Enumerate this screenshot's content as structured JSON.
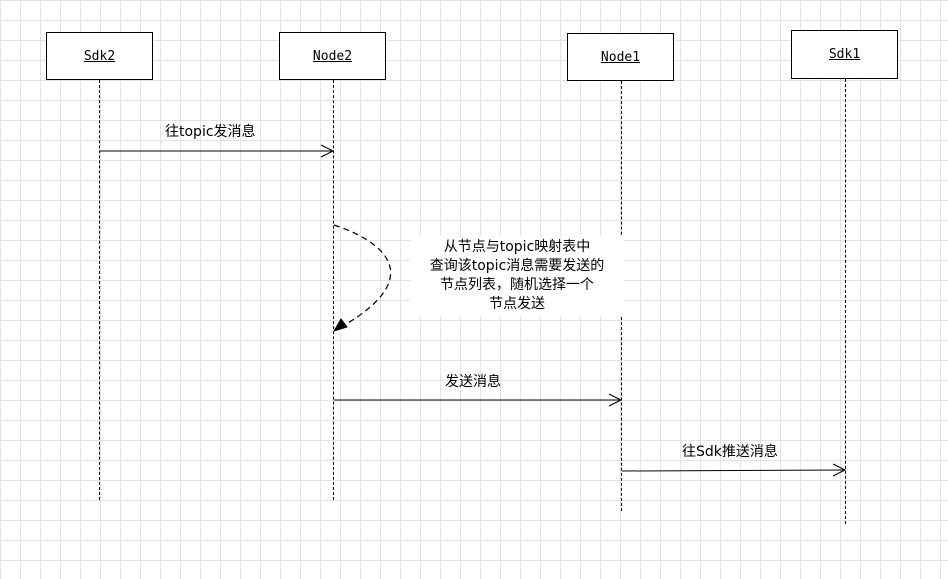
{
  "participants": [
    {
      "id": "sdk2",
      "label": "Sdk2"
    },
    {
      "id": "node2",
      "label": "Node2"
    },
    {
      "id": "node1",
      "label": "Node1"
    },
    {
      "id": "sdk1",
      "label": "Sdk1"
    }
  ],
  "messages": [
    {
      "label": "往topic发消息"
    },
    {
      "label": "发送消息"
    },
    {
      "label": "往Sdk推送消息"
    }
  ],
  "self_note": {
    "lines": [
      "从节点与topic映射表中",
      "查询该topic消息需要发送的",
      "节点列表，随机选择一个",
      "节点发送"
    ]
  }
}
